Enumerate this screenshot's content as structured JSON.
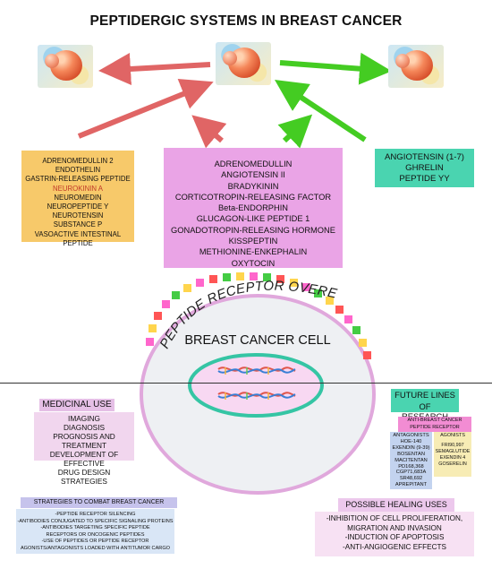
{
  "title": "PEPTIDERGIC SYSTEMS IN BREAST CANCER",
  "colors": {
    "inhibit_arrow": "#e06565",
    "stimulate_arrow": "#44cc22",
    "pro_box": "#f7c96a",
    "mixed_box": "#eaa4e6",
    "anti_box": "#4ad4b0",
    "cell_fill": "#eef0f3",
    "cell_border": "#e0a8dc",
    "nucleus_border": "#35c5a4"
  },
  "icons": {
    "left_cell": "cancer-cell-cluster-icon",
    "center_cell": "cancer-cell-cluster-icon",
    "right_cell": "cancer-cell-cluster-icon",
    "dna": "dna-helix-icon"
  },
  "left_box": {
    "items": [
      "ADRENOMEDULLIN 2",
      "ENDOTHELIN",
      "GASTRIN-RELEASING PEPTIDE",
      "NEUROKININ A",
      "NEUROMEDIN",
      "NEUROPEPTIDE Y",
      "NEUROTENSIN",
      "SUBSTANCE P",
      "VASOACTIVE INTESTINAL PEPTIDE"
    ]
  },
  "middle_box": {
    "items": [
      "ADRENOMEDULLIN",
      "ANGIOTENSIN II",
      "BRADYKININ",
      "CORTICOTROPIN-RELEASING FACTOR",
      "Beta-ENDORPHIN",
      "GLUCAGON-LIKE PEPTIDE 1",
      "GONADOTROPIN-RELEASING HORMONE",
      "KISSPEPTIN",
      "METHIONINE-ENKEPHALIN",
      "OXYTOCIN"
    ]
  },
  "right_box": {
    "items": [
      "ANGIOTENSIN (1-7)",
      "GHRELIN",
      "PEPTIDE YY"
    ]
  },
  "receptor_label": "PEPTIDE RECEPTOR OVEREXPRESSION",
  "cell_label": "BREAST CANCER CELL",
  "medicinal_use": {
    "heading": "MEDICINAL USE",
    "items": [
      "IMAGING",
      "DIAGNOSIS",
      "PROGNOSIS AND TREATMENT",
      "DEVELOPMENT OF EFFECTIVE",
      "DRUG DESIGN STRATEGIES"
    ]
  },
  "strategies": {
    "heading": "STRATEGIES TO COMBAT BREAST CANCER",
    "items": [
      "-PEPTIDE RECEPTOR SILENCING",
      "-ANTIBODIES CONJUGATED TO SPECIFIC SIGNALING PROTEINS",
      "-ANTIBODIES TARGETING SPECIFIC PEPTIDE",
      "RECEPTORS OR ONCOGENIC PEPTIDES",
      "-USE OF PEPTIDES OR PEPTIDE RECEPTOR",
      "AGONISTS/ANTAGONISTS LOADED WITH ANTITUMOR CARGO"
    ]
  },
  "future": {
    "heading_1": "FUTURE LINES",
    "heading_2": "OF",
    "heading_3": "RESEARCH",
    "anti_label_1": "ANTI-BREAST CANCER",
    "anti_label_2": "PEPTIDE RECEPTOR",
    "antagonists_heading": "ANTAGONISTS",
    "antagonists": [
      "HOE-140",
      "EXENDIN (9-39)",
      "BOSENTAN",
      "MACITENTAN",
      "PD168,368",
      "CGP71,683A",
      "SR48,692",
      "APREPITANT"
    ],
    "agonists_heading": "AGONISTS",
    "agonists": [
      "FRI90,997",
      "SEMAGLUTIDE",
      "EXENDIN 4",
      "GOSERELIN"
    ]
  },
  "healing": {
    "heading": "POSSIBLE HEALING USES",
    "items": [
      "-INHIBITION OF CELL PROLIFERATION,",
      "MIGRATION AND INVASION",
      "-INDUCTION OF APOPTOSIS",
      "-ANTI-ANGIOGENIC EFFECTS"
    ]
  }
}
